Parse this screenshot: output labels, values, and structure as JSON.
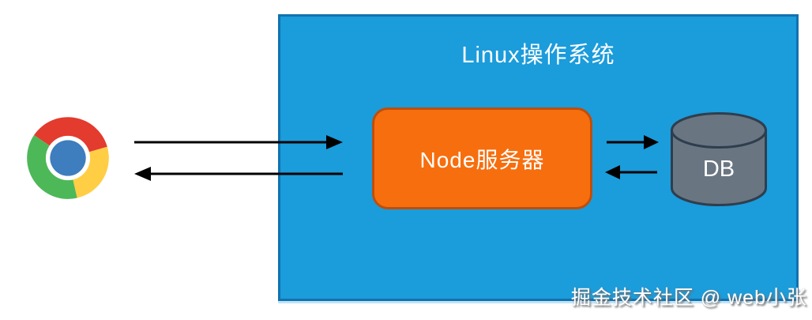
{
  "diagram": {
    "os_box": {
      "label": "Linux操作系统",
      "fill": "#1B9CDB",
      "border": "#1172AF",
      "text_color": "#FFFFFF"
    },
    "node_server": {
      "label": "Node服务器",
      "fill": "#F76E0E",
      "border": "#BE4E0C",
      "text_color": "#FFFFFF"
    },
    "database": {
      "label": "DB",
      "fill": "#6A7582",
      "border": "#2F3E4E",
      "text_color": "#FFFFFF"
    },
    "client": {
      "icon": "chrome-browser-icon",
      "colors": {
        "red": "#E33B2E",
        "yellow": "#FFCE44",
        "green": "#4DB858",
        "blue_center": "#3E7DBE",
        "ring": "#FFFFFF"
      }
    },
    "arrows": [
      {
        "name": "client-to-os",
        "direction": "right",
        "color": "#000000"
      },
      {
        "name": "os-to-client",
        "direction": "left",
        "color": "#000000"
      },
      {
        "name": "node-to-db",
        "direction": "right",
        "color": "#000000"
      },
      {
        "name": "db-to-node",
        "direction": "left",
        "color": "#000000"
      }
    ]
  },
  "watermark": {
    "text": "掘金技术社区 @ web小张"
  }
}
